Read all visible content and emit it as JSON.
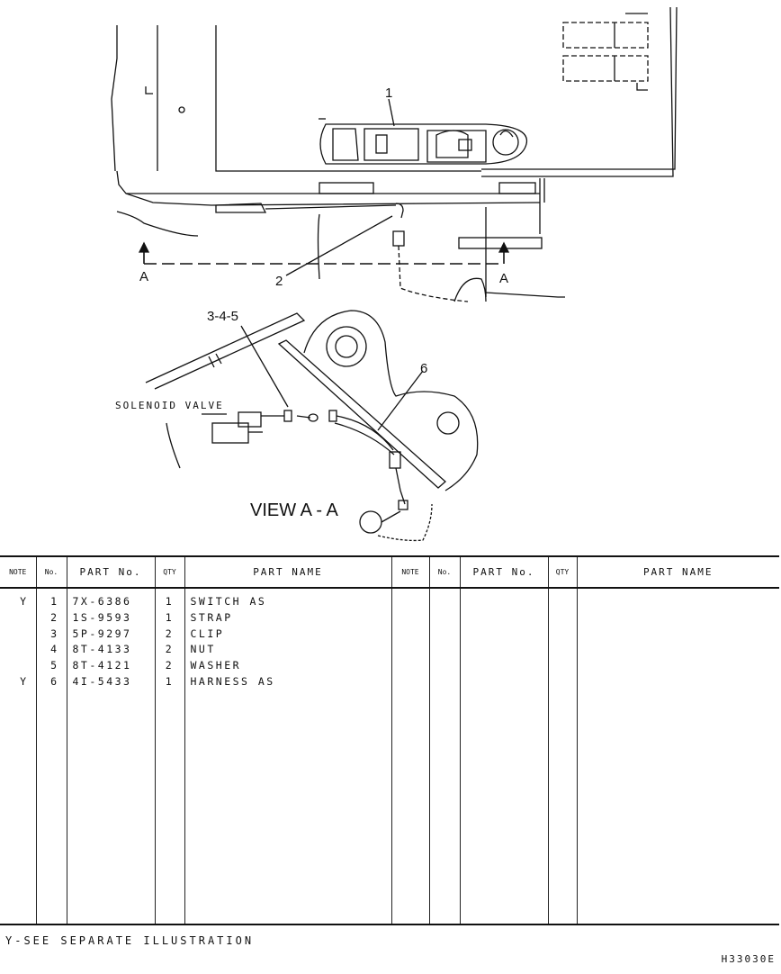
{
  "illustration": {
    "callouts": [
      "1",
      "2",
      "3-4-5",
      "6"
    ],
    "section_label": "A",
    "solenoid_label": "SOLENOID VALVE",
    "view_title": "VIEW A - A"
  },
  "table": {
    "headers": {
      "note": "NOTE",
      "no": "No.",
      "part_no": "PART No.",
      "qty": "QTY",
      "part_name": "PART NAME",
      "note2": "NOTE",
      "no2": "No.",
      "part_no2": "PART No.",
      "qty2": "QTY",
      "part_name2": "PART NAME"
    },
    "rows": [
      {
        "note": "Y",
        "no": "1",
        "part_no": "7X-6386",
        "qty": "1",
        "name": "SWITCH AS"
      },
      {
        "note": "",
        "no": "2",
        "part_no": "1S-9593",
        "qty": "1",
        "name": "STRAP"
      },
      {
        "note": "",
        "no": "3",
        "part_no": "5P-9297",
        "qty": "2",
        "name": "CLIP"
      },
      {
        "note": "",
        "no": "4",
        "part_no": "8T-4133",
        "qty": "2",
        "name": "NUT"
      },
      {
        "note": "",
        "no": "5",
        "part_no": "8T-4121",
        "qty": "2",
        "name": "WASHER"
      },
      {
        "note": "Y",
        "no": "6",
        "part_no": "4I-5433",
        "qty": "1",
        "name": "HARNESS AS"
      }
    ]
  },
  "footer": {
    "note": "Y-SEE SEPARATE ILLUSTRATION",
    "drawing_id": "H33030E"
  }
}
